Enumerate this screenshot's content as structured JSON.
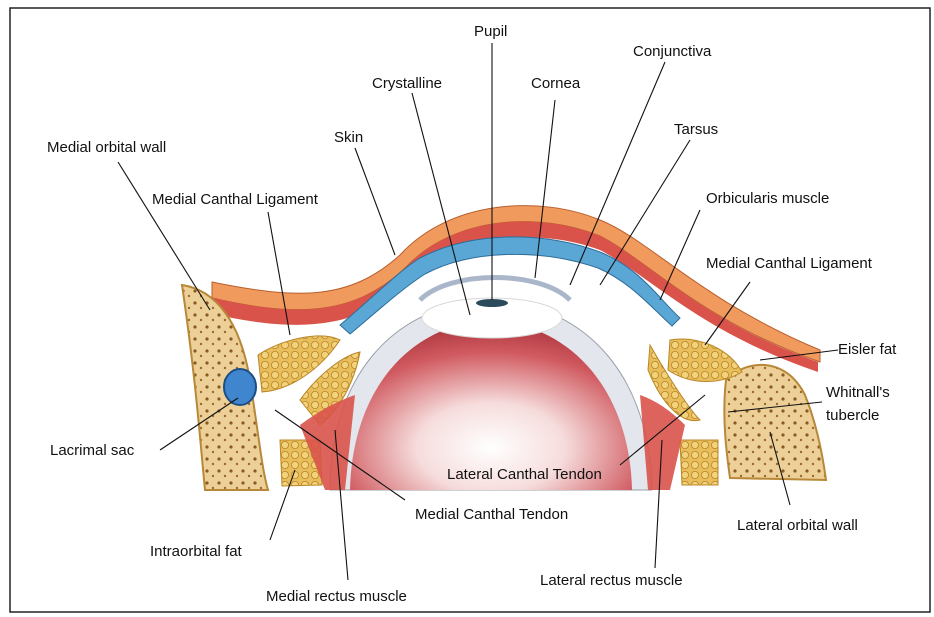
{
  "labels": {
    "pupil": "Pupil",
    "conjunctiva": "Conjunctiva",
    "crystalline": "Crystalline",
    "cornea": "Cornea",
    "tarsus": "Tarsus",
    "skin": "Skin",
    "medial_orbital_wall": "Medial orbital wall",
    "orbicularis_muscle": "Orbicularis muscle",
    "medial_canthal_ligament_left": "Medial Canthal Ligament",
    "medial_canthal_ligament_right": "Medial Canthal Ligament",
    "eisler_fat": "Eisler fat",
    "whitnalls_tubercle_1": "Whitnall's",
    "whitnalls_tubercle_2": "tubercle",
    "lacrimal_sac": "Lacrimal sac",
    "lateral_canthal_tendon": "Lateral Canthal Tendon",
    "medial_canthal_tendon": "Medial Canthal Tendon",
    "lateral_orbital_wall": "Lateral orbital wall",
    "intraorbital_fat": "Intraorbital fat",
    "lateral_rectus_muscle": "Lateral rectus muscle",
    "medial_rectus_muscle": "Medial rectus muscle"
  },
  "colors": {
    "skin": "#f19a5e",
    "muscle_red": "#d9534a",
    "tarsus_blue": "#5aa7d6",
    "bone": "#e9c98a",
    "fat": "#e2b95a",
    "globe_interior": "#c9434a",
    "lacrimal": "#3f86cf"
  }
}
